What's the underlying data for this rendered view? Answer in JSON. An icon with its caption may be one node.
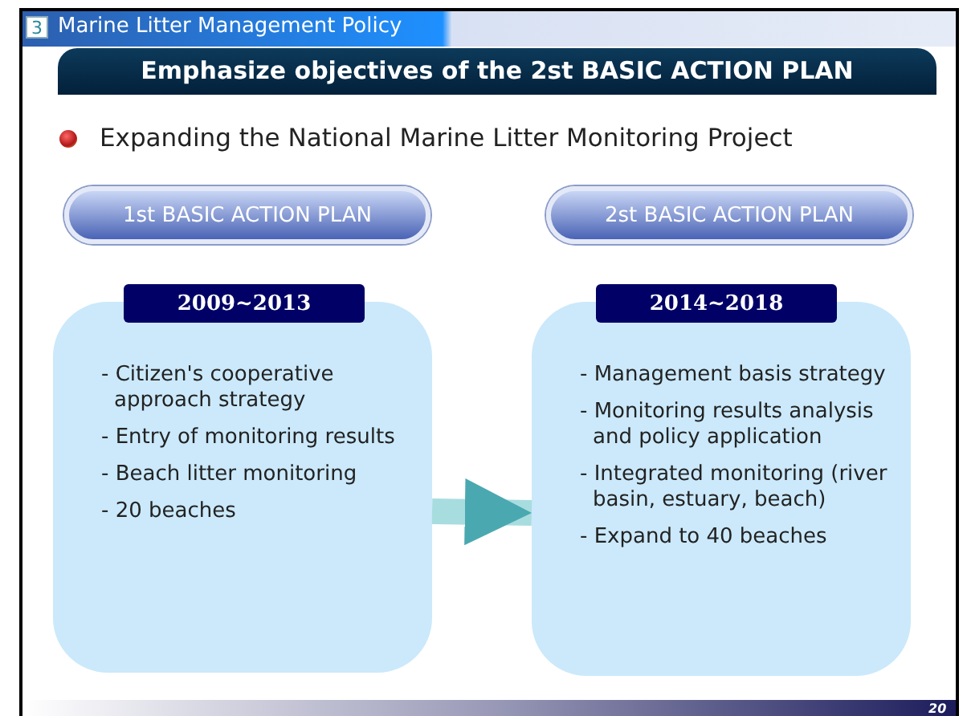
{
  "diagram": {
    "title": "Emphasize objectives of the 2st BASIC ACTION PLAN",
    "nodes": [
      {
        "text": [
          "1st BASIC ACTION PLAN"
        ]
      },
      {
        "text": [
          "2st BASIC ACTION PLAN"
        ]
      },
      {
        "text": [
          "2009~2013"
        ]
      },
      {
        "text": [
          "2014~2018"
        ]
      },
      {
        "text": [
          "- Citizen's cooperative approach strategy",
          "- Entry of monitoring results",
          "- Beach litter monitoring",
          "- 20 beaches"
        ]
      },
      {
        "text": [
          "- Management basis strategy",
          "- Monitoring results analysis and policy application",
          "- Integrated monitoring (river basin, estuary, beach)",
          "- Expand to 40 beaches"
        ]
      }
    ],
    "edges": [
      {
        "from": 4,
        "to": 5,
        "arrow": "to"
      }
    ],
    "labels": [
      "3",
      "Marine Litter Management Policy",
      "Expanding the National Marine Litter Monitoring Project",
      "20"
    ]
  }
}
